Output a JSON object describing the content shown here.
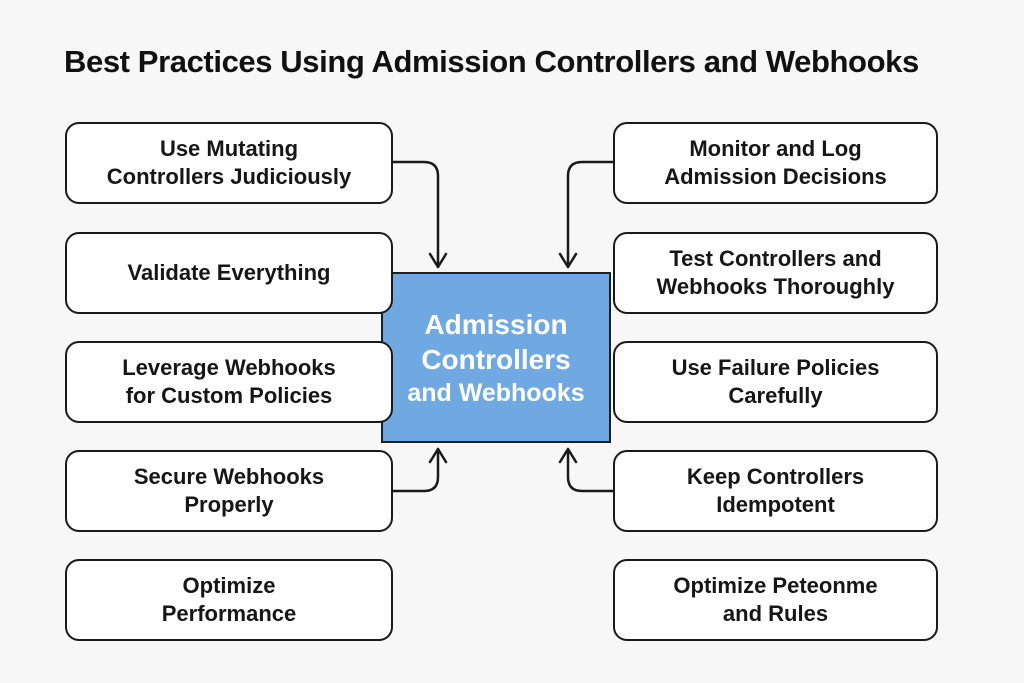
{
  "title": "Best Practices Using Admission Controllers and Webhooks",
  "colors": {
    "background": "#f7f7f8",
    "node_fill": "#ffffff",
    "node_border": "#1a1a1a",
    "center_fill": "#70a9e2",
    "center_text": "#ffffff",
    "node_text": "#161616"
  },
  "center_node": {
    "lines": [
      "Admission",
      "Controllers",
      "and Webhooks"
    ]
  },
  "left_column": {
    "items": [
      {
        "lines": [
          "Use Mutating",
          "Controllers Judiciously"
        ]
      },
      {
        "lines": [
          "Validate Everything"
        ]
      },
      {
        "lines": [
          "Leverage Webhooks",
          "for Custom Policies"
        ]
      },
      {
        "lines": [
          "Secure Webhooks",
          "Properly"
        ]
      },
      {
        "lines": [
          "Optimize",
          "Performance"
        ]
      }
    ]
  },
  "right_column": {
    "items": [
      {
        "lines": [
          "Monitor and Log",
          "Admission Decisions"
        ]
      },
      {
        "lines": [
          "Test Controllers and",
          "Webhooks Thoroughly"
        ]
      },
      {
        "lines": [
          "Use Failure Policies",
          "Carefully"
        ]
      },
      {
        "lines": [
          "Keep Controllers",
          "Idempotent"
        ]
      },
      {
        "lines": [
          "Optimize Peteonme",
          "and Rules"
        ]
      }
    ]
  },
  "connectors": [
    {
      "name": "use-mutating-to-center",
      "direction": "down"
    },
    {
      "name": "monitor-log-to-center",
      "direction": "down"
    },
    {
      "name": "secure-webhooks-to-center",
      "direction": "up"
    },
    {
      "name": "keep-idempotent-to-center",
      "direction": "up"
    }
  ]
}
